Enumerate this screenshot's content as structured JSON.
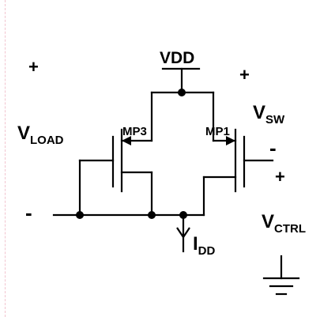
{
  "supply": {
    "label": "VDD"
  },
  "transistors": [
    {
      "name": "MP3"
    },
    {
      "name": "MP1"
    }
  ],
  "voltages": {
    "load": {
      "main": "V",
      "sub": "LOAD",
      "plus": "+",
      "minus": "-"
    },
    "sw": {
      "main": "V",
      "sub": "SW",
      "plus": "+",
      "minus": "-"
    },
    "ctrl": {
      "main": "V",
      "sub": "CTRL",
      "plus": "+"
    }
  },
  "current": {
    "main": "I",
    "sub": "DD"
  }
}
